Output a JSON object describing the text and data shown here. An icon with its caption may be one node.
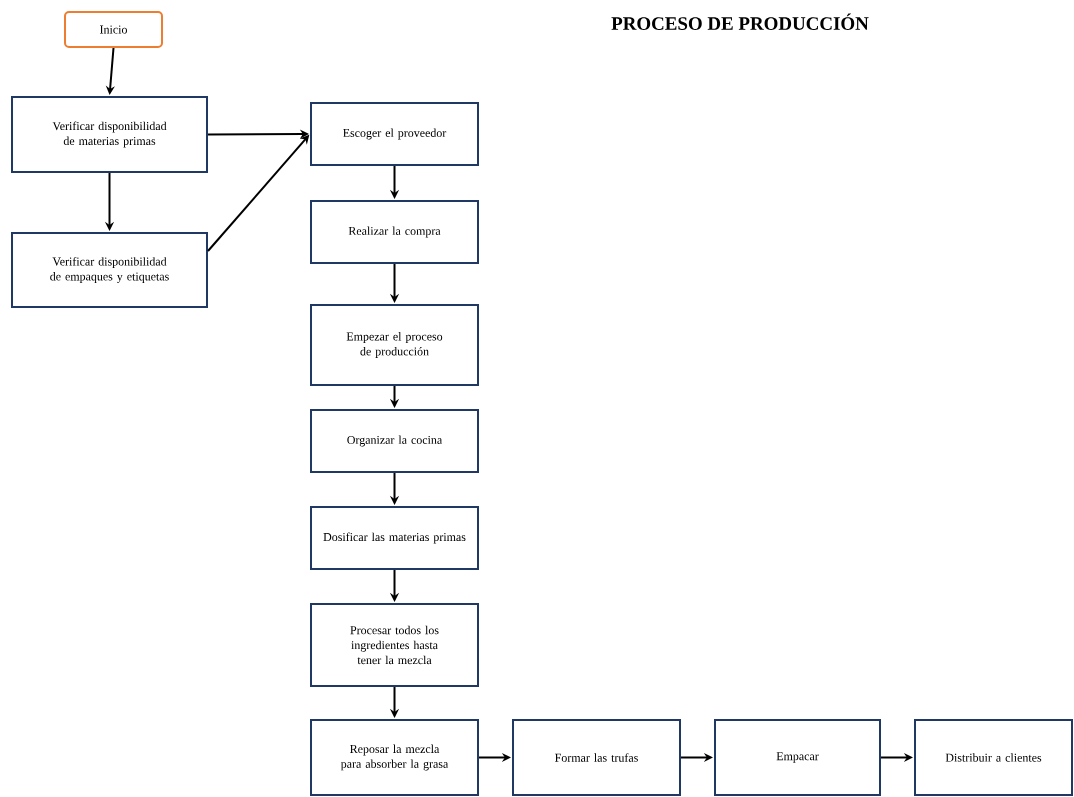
{
  "diagram": {
    "title": "PROCESO DE PRODUCCIÓN",
    "nodes": [
      {
        "text": [
          "Inicio"
        ]
      },
      {
        "text": [
          "Verificar disponibilidad de materias primas"
        ]
      },
      {
        "text": [
          "Verificar disponibilidad de empaques y etiquetas"
        ]
      },
      {
        "text": [
          "Escoger el proveedor"
        ]
      },
      {
        "text": [
          "Realizar la compra"
        ]
      },
      {
        "text": [
          "Empezar el proceso de producción"
        ]
      },
      {
        "text": [
          "Organizar la cocina"
        ]
      },
      {
        "text": [
          "Dosificar las materias primas"
        ]
      },
      {
        "text": [
          "Procesar todos los ingredientes hasta tener la mezcla"
        ]
      },
      {
        "text": [
          "Reposar la mezcla para absorber la grasa"
        ]
      },
      {
        "text": [
          "Formar las trufas"
        ]
      },
      {
        "text": [
          "Empacar"
        ]
      },
      {
        "text": [
          "Distribuir a clientes"
        ]
      }
    ],
    "edges": [
      {
        "from": 0,
        "to": 1,
        "arrow": "to"
      },
      {
        "from": 1,
        "to": 2,
        "arrow": "to"
      },
      {
        "from": 1,
        "to": 3,
        "arrow": "to"
      },
      {
        "from": 2,
        "to": 3,
        "arrow": "to"
      },
      {
        "from": 3,
        "to": 4,
        "arrow": "to"
      },
      {
        "from": 4,
        "to": 5,
        "arrow": "to"
      },
      {
        "from": 5,
        "to": 6,
        "arrow": "to"
      },
      {
        "from": 6,
        "to": 7,
        "arrow": "to"
      },
      {
        "from": 7,
        "to": 8,
        "arrow": "to"
      },
      {
        "from": 8,
        "to": 9,
        "arrow": "to"
      },
      {
        "from": 9,
        "to": 10,
        "arrow": "to"
      },
      {
        "from": 10,
        "to": 11,
        "arrow": "to"
      },
      {
        "from": 11,
        "to": 12,
        "arrow": "to"
      }
    ]
  }
}
